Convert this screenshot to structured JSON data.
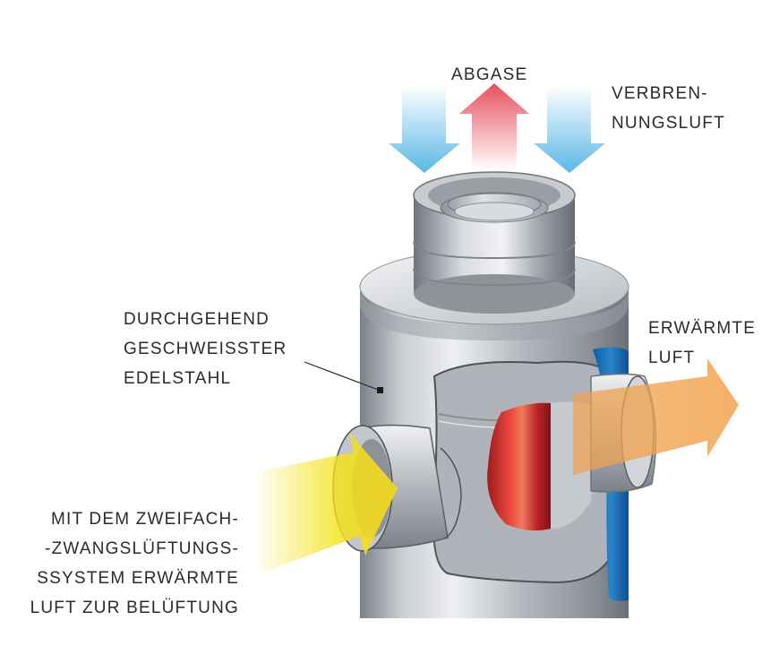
{
  "labels": {
    "exhaust": "ABGASE",
    "combustion_air": [
      "VERBREN-",
      "NUNGSLUFT"
    ],
    "stainless": [
      "DURCHGEHEND",
      "GESCHWEISSTER",
      "EDELSTAHL"
    ],
    "heated_air": [
      "ERWÄRMTE",
      "LUFT"
    ],
    "ventilation": [
      "MIT DEM ZWEIFACH-",
      "-ZWANGSLÜFTUNGS-",
      "SSYSTEM ERWÄRMTE",
      "LUFT ZUR BELÜFTUNG"
    ]
  },
  "colors": {
    "exhaust_arrow": "#e8505c",
    "combustion_arrow": "#5ab8e6",
    "heated_arrow": "#f0a04b",
    "inlet_arrow": "#f5e21a",
    "steel": "#a9adb3",
    "inner_red": "#c8292c",
    "jacket_blue": "#1b6fb8"
  }
}
